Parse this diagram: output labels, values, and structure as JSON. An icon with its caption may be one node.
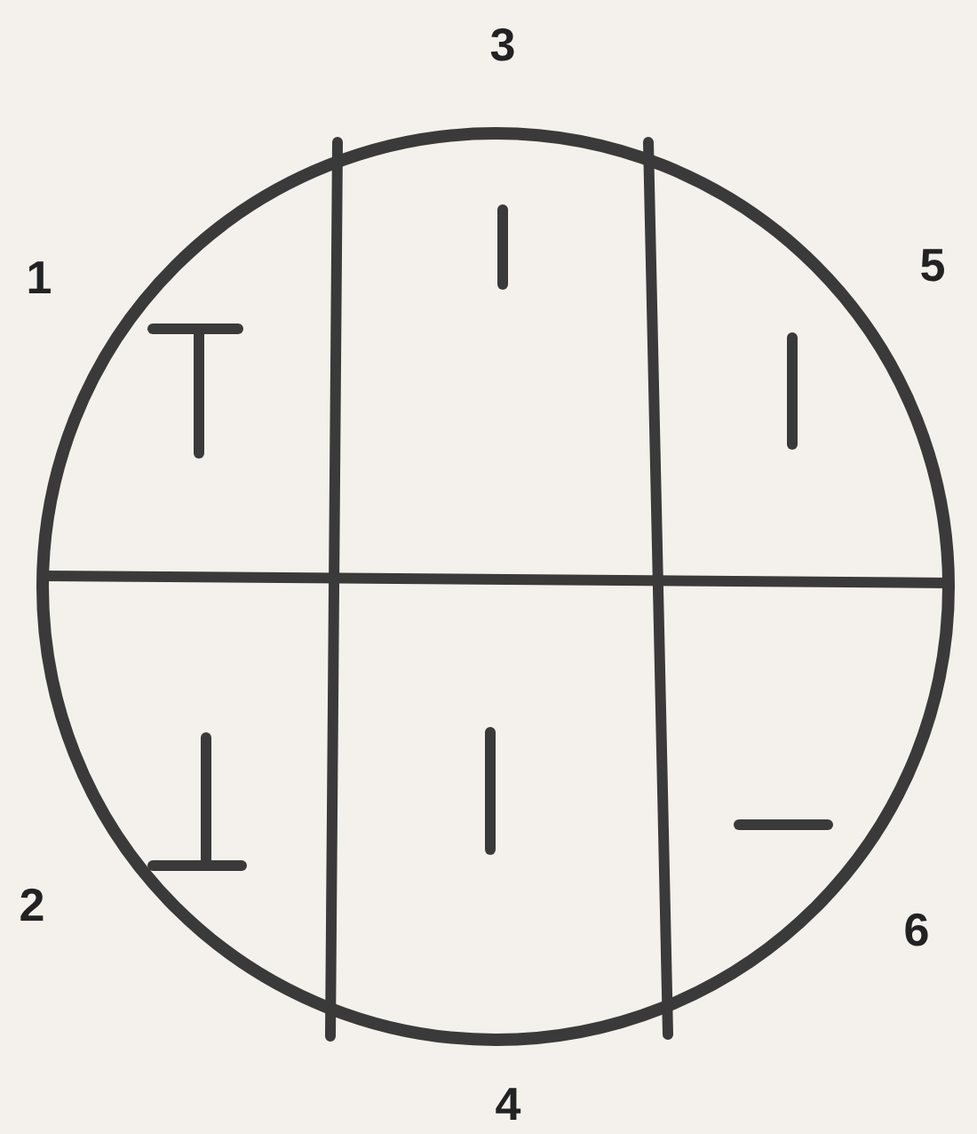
{
  "diagram": {
    "labels": [
      "3",
      "1",
      "5",
      "2",
      "6",
      "4"
    ]
  }
}
